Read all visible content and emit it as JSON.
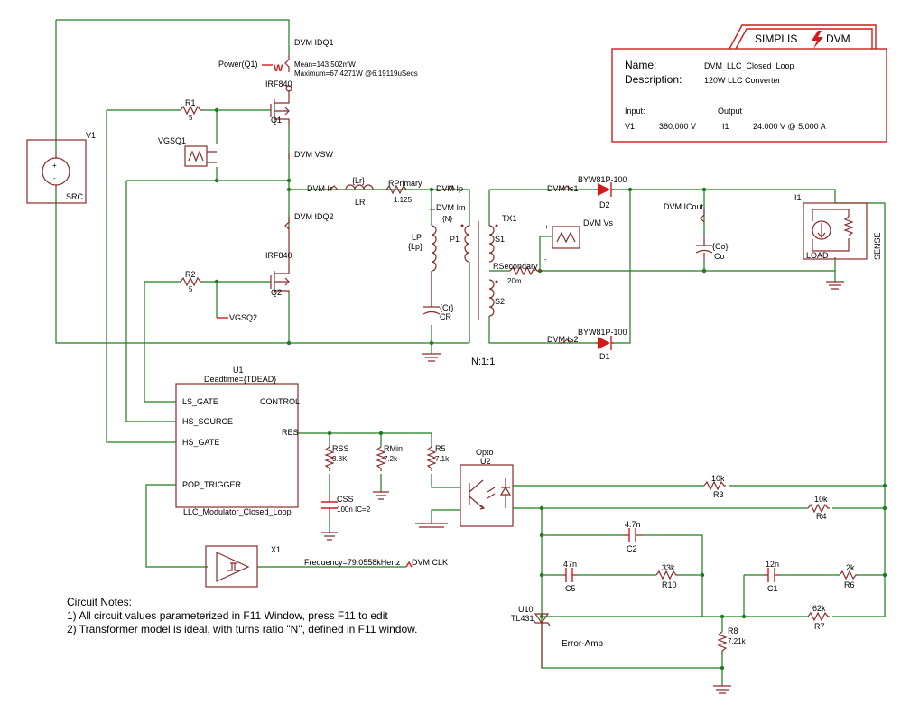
{
  "title_block": {
    "brand_simplis": "SIMPLIS",
    "brand_dvm": "DVM",
    "name_label": "Name:",
    "name_value": "DVM_LLC_Closed_Loop",
    "desc_label": "Description:",
    "desc_value": "120W LLC Converter",
    "input_label": "Input:",
    "output_label": "Output",
    "input_ref": "V1",
    "input_value": "380.000 V",
    "output_ref": "I1",
    "output_value": "24.000 V @ 5.000 A"
  },
  "labels": {
    "v1": "V1",
    "src": "SRC",
    "dvm_idq1": "DVM IDQ1",
    "power_q1": "Power(Q1)",
    "mean": "Mean=143.502mW",
    "maximum": "Maximum=67.4271W @6.19119uSecs",
    "irf840_1": "IRF840",
    "q1": "Q1",
    "r1": "R1",
    "r1_val": "5",
    "vgsq1": "VGSQ1",
    "dvm_vsw": "DVM VSW",
    "dvm_ir": "DVM Ir",
    "lr_param": "{Lr}",
    "lr": "LR",
    "rprimary": "RPrimary",
    "rprimary_val": "1.125",
    "dvm_ip": "DVM Ip",
    "dvm_im": "DVM Im",
    "n_param": "{N}",
    "tx1": "TX1",
    "lp": "LP",
    "lp_param": "{Lp}",
    "p1": "P1",
    "s1": "S1",
    "s2": "S2",
    "rsecondary": "RSecondary",
    "rsecondary_val": "20m",
    "cr_param": "{Cr}",
    "cr": "CR",
    "ratio": "N:1:1",
    "dvm_idq2": "DVM IDQ2",
    "irf840_2": "IRF840",
    "q2": "Q2",
    "r2": "R2",
    "r2_val": "5",
    "vgsq2": "VGSQ2",
    "dvm_is1": "DVM Is1",
    "byw_1": "BYW81P-100",
    "d2": "D2",
    "dvm_is2": "DVM Is2",
    "byw_2": "BYW81P-100",
    "d1": "D1",
    "dvm_vs": "DVM Vs",
    "dvm_icout": "DVM ICout",
    "co_param": "{Co}",
    "co": "Co",
    "i1": "I1",
    "load": "LOAD",
    "sense": "SENSE",
    "u1": "U1",
    "deadtime": "Deadtime={TDEAD}",
    "ls_gate": "LS_GATE",
    "hs_source": "HS_SOURCE",
    "hs_gate": "HS_GATE",
    "pop_trigger": "POP_TRIGGER",
    "control": "CONTROL",
    "res": "RES",
    "modulator": "LLC_Modulator_Closed_Loop",
    "rss": "RSS",
    "rss_val": "3.8K",
    "rmin": "RMin",
    "rmin_val": "7.2k",
    "r5": "R5",
    "r5_val": "7.1k",
    "css": "CSS",
    "css_val": "100n IC=2",
    "opto": "Opto",
    "u2": "U2",
    "r3_val": "10k",
    "r3": "R3",
    "r4_val": "10k",
    "r4": "R4",
    "c2_val": "4.7n",
    "c2": "C2",
    "c5_val": "47n",
    "c5": "C5",
    "r10_val": "33k",
    "r10": "R10",
    "c1_val": "12n",
    "c1": "C1",
    "r6_val": "2k",
    "r6": "R6",
    "r7_val": "62k",
    "r7": "R7",
    "r8": "R8",
    "r8_val": "7.21k",
    "u10": "U10",
    "tl431": "TL431",
    "error_amp": "Error-Amp",
    "x1": "X1",
    "frequency": "Frequency=79.0558kHertz",
    "dvm_clk": "DVM CLK"
  },
  "notes": {
    "heading": "Circuit Notes:",
    "line1": "1) All circuit values parameterized in F11 Window, press F11 to edit",
    "line2": "2) Transformer model is ideal, with turns ratio \"N\", defined in F11 window."
  },
  "colors": {
    "wire": "#1c7d1c",
    "component": "#8a2b2b",
    "diode": "#d21a1a"
  }
}
